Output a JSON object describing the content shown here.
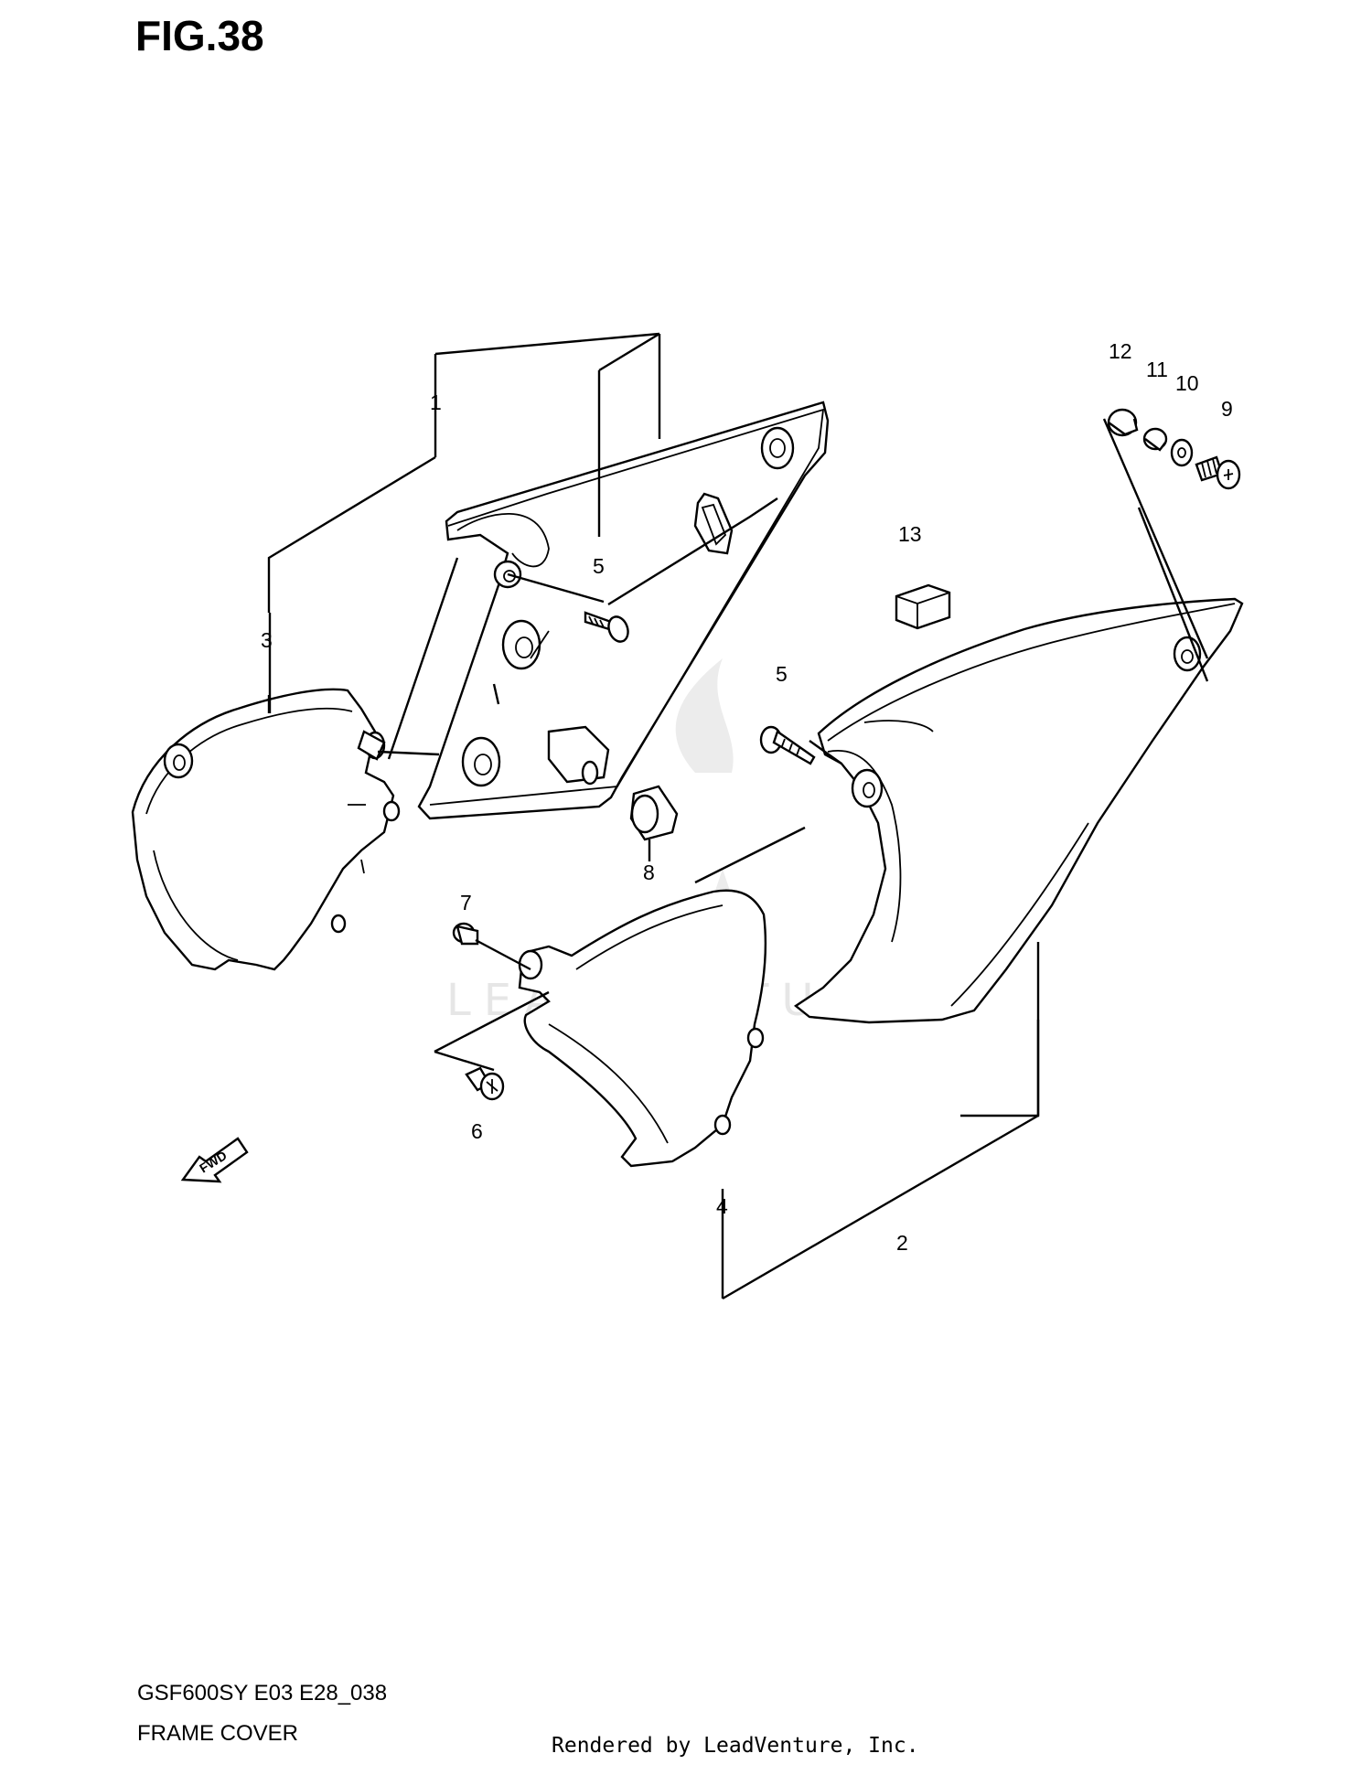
{
  "figure": {
    "title": "FIG.38"
  },
  "footer": {
    "model_code": "GSF600SY E03 E28_038",
    "section_title": "FRAME COVER",
    "credit": "Rendered by LeadVenture, Inc."
  },
  "watermark": {
    "text": "LEADVENTURE"
  },
  "fwd_arrow": {
    "label": "FWD"
  },
  "callouts": [
    {
      "id": "c1",
      "label": "1"
    },
    {
      "id": "c2",
      "label": "2"
    },
    {
      "id": "c3",
      "label": "3"
    },
    {
      "id": "c4",
      "label": "4"
    },
    {
      "id": "c5a",
      "label": "5"
    },
    {
      "id": "c5b",
      "label": "5"
    },
    {
      "id": "c6",
      "label": "6"
    },
    {
      "id": "c7",
      "label": "7"
    },
    {
      "id": "c8",
      "label": "8"
    },
    {
      "id": "c9",
      "label": "9"
    },
    {
      "id": "c10",
      "label": "10"
    },
    {
      "id": "c11",
      "label": "11"
    },
    {
      "id": "c12",
      "label": "12"
    },
    {
      "id": "c13",
      "label": "13"
    }
  ]
}
